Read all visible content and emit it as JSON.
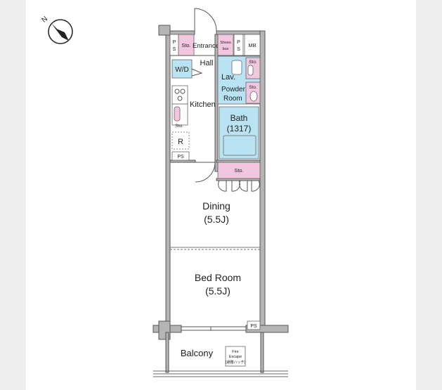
{
  "compass": {
    "label": "N",
    "icon": "north-arrow-icon"
  },
  "rooms": {
    "ps_top_left": [
      "P",
      "S"
    ],
    "sto_top": "Sto.",
    "entrance": "Entrance",
    "shoes_box": [
      "Shoes",
      "box"
    ],
    "ps_top_right": [
      "P",
      "S"
    ],
    "mb": "MB",
    "hall": "Hall",
    "wd": "W/D",
    "lav": "Lav.",
    "powder_room": [
      "Powder",
      "Room"
    ],
    "sto_lav_1": "Sto.",
    "sto_lav_2": "Sto.",
    "kitchen": "Kitchen",
    "sto_kitchen": "Sto.",
    "bath": [
      "Bath",
      "(1317)"
    ],
    "refrigerator": "R",
    "ps_kitchen": "PS",
    "sto_dining": "Sto.",
    "dining": [
      "Dining",
      "(5.5J)"
    ],
    "bedroom": [
      "Bed Room",
      "(5.5J)"
    ],
    "ps_bottom": "PS",
    "balcony": "Balcony",
    "fire_escape": [
      "Fire",
      "Escape",
      "(避難ハッチ)"
    ]
  }
}
